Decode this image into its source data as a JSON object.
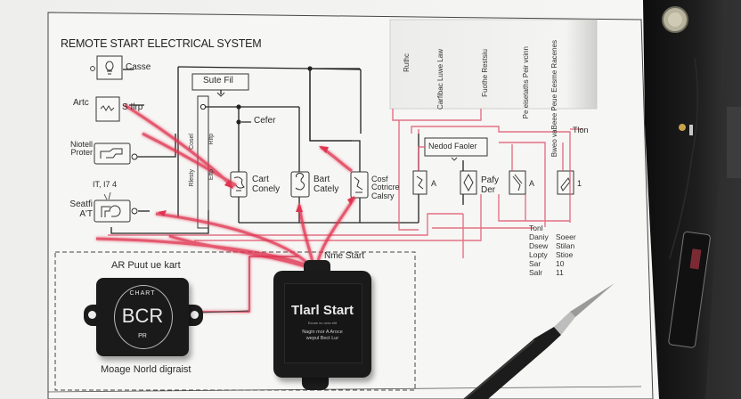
{
  "diagram": {
    "title": "REMOTE START ELECTRICAL SYSTEM",
    "left_components": [
      {
        "label": "Casse",
        "icon": "bulb-icon"
      },
      {
        "label_left": "Artc",
        "label_right": "S Ilrp",
        "icon": "relay-icon"
      },
      {
        "label_left": "Niotell\nProter",
        "icon": "switch-icon"
      },
      {
        "label_top": "IT, I7 4",
        "label_left": "Seatfi\nA'T",
        "icon": "hook-switch-icon"
      }
    ],
    "top_box_label": "Sute Fil",
    "junction_label": "Cefer",
    "vertical_labels": [
      "Cosel",
      "Rlesty",
      "Rlfp",
      "Elfp"
    ],
    "relays": [
      {
        "label": "Cart\nConely"
      },
      {
        "label": "Bart\nCately"
      },
      {
        "label": "Cosf\nCotricre\nCalsry"
      }
    ],
    "right_group": {
      "header_box": "Nedod Faoler",
      "relays": [
        {
          "label": "A"
        },
        {
          "label": "Pafy\nDer"
        },
        {
          "label": "A"
        },
        {
          "label": "1"
        }
      ],
      "side_label": "Tlon"
    },
    "label_strip": {
      "entries": [
        "Ruthc",
        "Carfibac\nLuwe Law",
        "Fuothe\nRestsiu",
        "Pe eisetaths\nPeir vcinn",
        "Bweo vaBeee\nPeue\nEesme\nRacenes"
      ]
    },
    "legend_table": {
      "header": "Tonl",
      "rows": [
        [
          "Daniy",
          "Soeer"
        ],
        [
          "Dsew",
          "Stilan"
        ],
        [
          "Lopty",
          "Stioe"
        ],
        [
          "Sar",
          "10"
        ],
        [
          "Salr",
          "11"
        ]
      ]
    },
    "lower_panel": {
      "left_caption": "AR Puut ue kart",
      "bottom_caption": "Moage Norld digraist",
      "right_caption": "Nme Start"
    },
    "bcr_module": {
      "ring_text_top": "CHART",
      "main_text": "BCR",
      "ring_text_bottom": "PR"
    },
    "start_module": {
      "main_text": "Tlarl Start",
      "sub_text": "Ecuse vo ovec elit",
      "detail_text": "Nagin mor A Aroce\nwepul Bect Lur"
    },
    "colors": {
      "paper": "#f4f4f2",
      "ink": "#222222",
      "wire_red": "#e0334f",
      "wire_pink": "#ec9aa6",
      "device_black": "#1a1a1a"
    }
  }
}
